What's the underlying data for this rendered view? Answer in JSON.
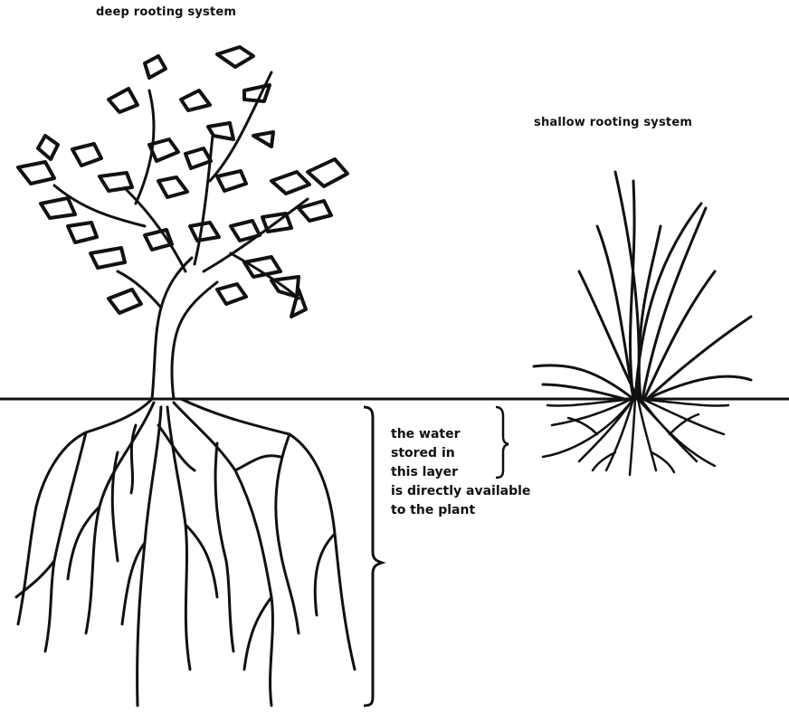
{
  "labels": {
    "deep": "deep rooting system",
    "shallow": "shallow rooting system"
  },
  "annotation": {
    "lines": [
      "the water",
      "stored in",
      "this layer",
      "is directly available",
      "to the plant"
    ]
  },
  "colors": {
    "ink": "#111111",
    "background": "#ffffff"
  }
}
